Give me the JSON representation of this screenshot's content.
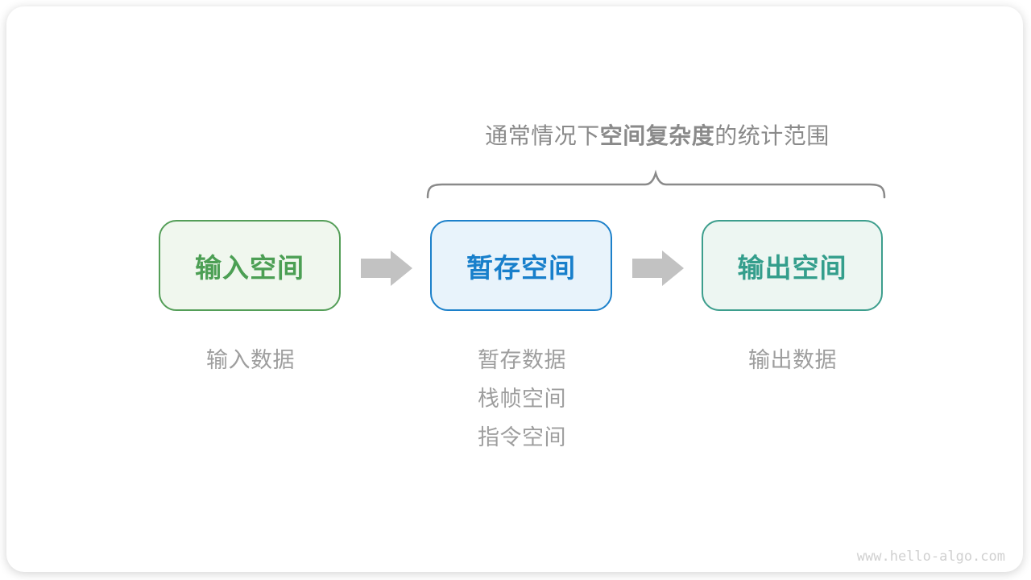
{
  "header": {
    "title_prefix": "通常情况下",
    "title_bold": "空间复杂度",
    "title_suffix": "的统计范围",
    "title_color": "#8a8a8a"
  },
  "brace": {
    "color": "#8a8a8a"
  },
  "flow": {
    "boxes": [
      {
        "id": "input-space",
        "label": "输入空间",
        "border_color": "#549e58",
        "fill_color": "#f0f7ee",
        "text_color": "#4c9f54"
      },
      {
        "id": "temp-space",
        "label": "暂存空间",
        "border_color": "#1c80ca",
        "fill_color": "#e8f3fb",
        "text_color": "#187fcb"
      },
      {
        "id": "output-space",
        "label": "输出空间",
        "border_color": "#3d9e8d",
        "fill_color": "#edf6f2",
        "text_color": "#349e8c"
      }
    ],
    "arrow_color": "#c2c2c2"
  },
  "captions": {
    "input": "输入数据",
    "temp": [
      "暂存数据",
      "栈帧空间",
      "指令空间"
    ],
    "output": "输出数据"
  },
  "watermark": "www.hello-algo.com"
}
